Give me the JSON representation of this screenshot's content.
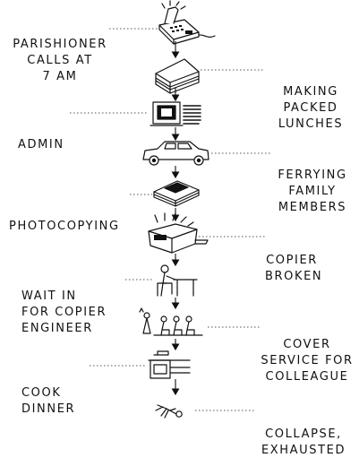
{
  "steps": [
    {
      "icon": "telephone-icon",
      "side": "left",
      "lines": [
        "PARISHIONER",
        "CALLS AT",
        "7 AM"
      ]
    },
    {
      "icon": "sandwich-icon",
      "side": "right",
      "lines": [
        "MAKING",
        "PACKED",
        "LUNCHES"
      ]
    },
    {
      "icon": "computer-paper-icon",
      "side": "left",
      "lines": [
        "ADMIN"
      ]
    },
    {
      "icon": "car-icon",
      "side": "right",
      "lines": [
        "FERRYING",
        "FAMILY",
        "MEMBERS"
      ]
    },
    {
      "icon": "paper-stack-icon",
      "side": "left",
      "lines": [
        "PHOTOCOPYING"
      ]
    },
    {
      "icon": "broken-copier-icon",
      "side": "right",
      "lines": [
        "COPIER",
        "BROKEN"
      ]
    },
    {
      "icon": "person-waiting-at-desk-icon",
      "side": "left",
      "lines": [
        "WAIT IN",
        "FOR COPIER",
        "ENGINEER"
      ]
    },
    {
      "icon": "congregation-icon",
      "side": "right",
      "lines": [
        "COVER",
        "SERVICE FOR",
        "COLLEAGUE"
      ]
    },
    {
      "icon": "stove-icon",
      "side": "left",
      "lines": [
        "COOK",
        "DINNER"
      ]
    },
    {
      "icon": "collapsed-person-icon",
      "side": "right",
      "lines": [
        "COLLAPSE,",
        "EXHAUSTED"
      ]
    }
  ],
  "ink_color": "#111111"
}
